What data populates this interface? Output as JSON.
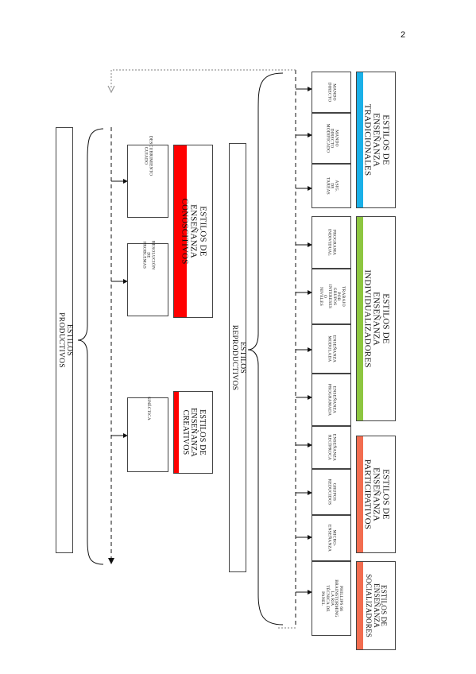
{
  "page_number": "2",
  "colors": {
    "tradicionales": "#1ab0e8",
    "individualizadores": "#8dc640",
    "participativos": "#f26d50",
    "socializadores": "#f26d50",
    "cognoscitivos": "#ff0000",
    "creativos": "#ff0000",
    "line": "#111111",
    "dotted": "#999999"
  },
  "categories": {
    "tradicionales": "ESTILOS DE ENSEÑANZA\nTRADICIONALES",
    "individualizadores": "ESTILOS DE ENSEÑANZA\nINDIVIDUALIZADORES",
    "participativos": "ESTILOS DE ENSEÑANZA\nPARTICIPATIVOS",
    "socializadores": "ESTILOS DE ENSEÑANZA\nSOCIALIZADORES",
    "cognoscitivos": "ESTILOS DE ENSEÑANZA\nCONOSCITIVOS",
    "creativos": "ESTILOS DE\nENSEÑANZA\nCREATIVOS"
  },
  "styles": {
    "mando_directo": "MANDO\nDIRECTO",
    "mando_directo_modificado": "MANDO\nDIRECTO\nMODIFICADO",
    "asig_tareas": "ASIG. DE\nTAREAS",
    "programa_individual": "PROGRAMA\nINDIVIDUAL",
    "trabajo_grupos_niveles": "TRABAJO\nPOR GRUPOS\nINTERESES O\nNIVELES",
    "ensenanza_modulada": "ENSEÑANZA\nMODULADA",
    "ensenanza_programada": "ENSEÑANZA\nPROGRAMADA",
    "ensenanza_reciproca": "ENSEÑANZA\nRECÍPROCA",
    "grupos_reducidos": "GRUPOS\nREDUCIDOS",
    "micro_ensenanza": "MICRO-\nENSEÑANZA",
    "phillips_66": "PHILLIPS 66\nBRAINSTORMING\nLA RIA\nTÉCNICA DE PANEL",
    "descubrimiento_guiado": "DESCUBRIMIENTO\nGUIADO",
    "resolucion_problemas": "RESOLUCIÓN DE\nPROBLEMAS",
    "sinectica": "SINÉCTICA"
  },
  "groups": {
    "reproductivos": "ESTILOS REPRODUCTIVOS",
    "productivos": "ESTILOS PRODUCTIVOS"
  }
}
